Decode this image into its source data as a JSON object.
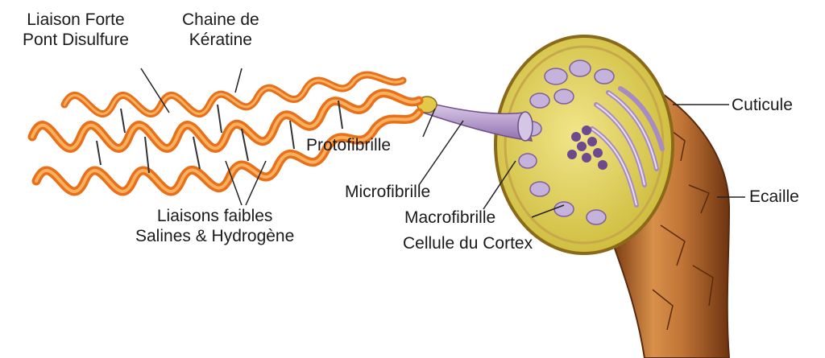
{
  "diagram": {
    "labels": {
      "liaison_forte": [
        "Liaison Forte",
        "Pont Disulfure"
      ],
      "chaine": [
        "Chaine de",
        "Kératine"
      ],
      "liaisons_faibles": [
        "Liaisons faibles",
        "Salines & Hydrogène"
      ],
      "protofibrille": "Protofibrille",
      "microfibrille": "Microfibrille",
      "macrofibrille": "Macrofibrille",
      "cellule": "Cellule du Cortex",
      "cuticule": "Cuticule",
      "ecaille": "Ecaille"
    },
    "colors": {
      "helix": "#e8701a",
      "helix_light": "#f6b05e",
      "bond": "#333333",
      "protofibril": "#b79ac9",
      "cortex_fill": "#d8cc4a",
      "macrofibril": "#a78bc4",
      "hair_shaft": "#b8682a",
      "leader_line": "#222222"
    }
  }
}
